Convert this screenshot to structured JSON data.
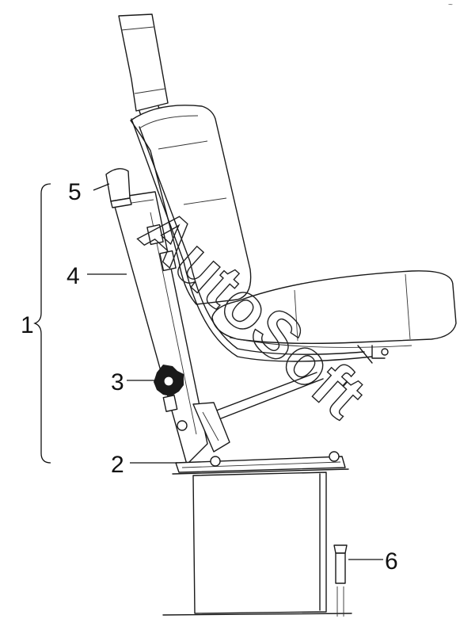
{
  "diagram": {
    "part_labels": [
      {
        "id": "1",
        "text": "1"
      },
      {
        "id": "2",
        "text": "2"
      },
      {
        "id": "3",
        "text": "3"
      },
      {
        "id": "4",
        "text": "4"
      },
      {
        "id": "5",
        "text": "5"
      },
      {
        "id": "6",
        "text": "6"
      }
    ],
    "watermark": "AutoSoft",
    "corner_mark": "~"
  },
  "colors": {
    "line": "#1a1a1a",
    "background": "#ffffff"
  }
}
